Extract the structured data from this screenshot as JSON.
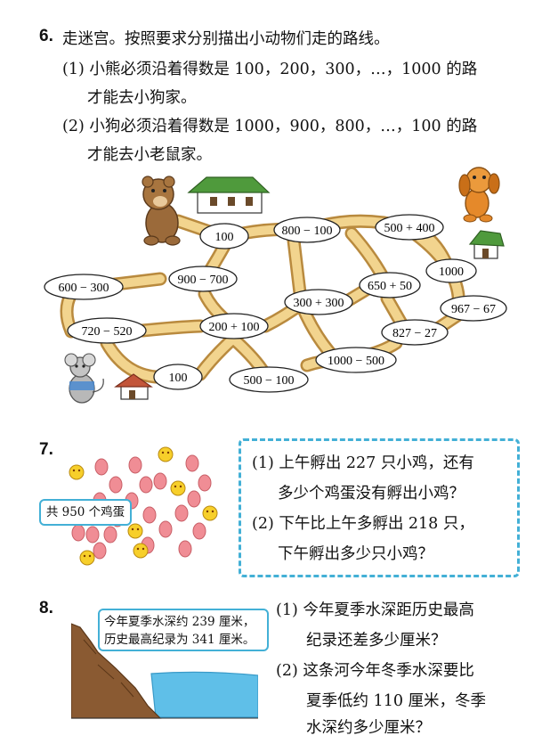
{
  "q6": {
    "number": "6.",
    "title": "走迷宫。按照要求分别描出小动物们走的路线。",
    "sub1_line1": "(1) 小熊必须沿着得数是 100，200，300，…，1000 的路",
    "sub1_line2": "才能去小狗家。",
    "sub2_line1": "(2) 小狗必须沿着得数是 1000，900，800，…，100 的路",
    "sub2_line2": "才能去小老鼠家。",
    "nodes": {
      "n100a": "100",
      "n800m100": "800 − 100",
      "n500p400": "500 + 400",
      "n1000": "1000",
      "n900m700": "900 − 700",
      "n650p50": "650 + 50",
      "n300p300": "300 + 300",
      "n600m300": "600 − 300",
      "n967m67": "967 − 67",
      "n720m520": "720 − 520",
      "n200p100": "200 + 100",
      "n827m27": "827 − 27",
      "n1000m500": "1000 − 500",
      "n100b": "100",
      "n500m100": "500 − 100"
    }
  },
  "q7": {
    "number": "7.",
    "egg_label": "共 950 个鸡蛋",
    "q1_line1": "(1) 上午孵出 227 只小鸡，还有",
    "q1_line2": "多少个鸡蛋没有孵出小鸡？",
    "q2_line1": "(2) 下午比上午多孵出 218 只，",
    "q2_line2": "下午孵出多少只小鸡？"
  },
  "q8": {
    "number": "8.",
    "sign_line1": "今年夏季水深约 239 厘米，",
    "sign_line2": "历史最高纪录为 341 厘米。",
    "q1_line1": "(1) 今年夏季水深距历史最高",
    "q1_line2": "纪录还差多少厘米？",
    "q2_line1": "(2) 这条河今年冬季水深要比",
    "q2_line2": "夏季低约 110 厘米，冬季",
    "q2_line3": "水深约多少厘米？"
  },
  "colors": {
    "path_fill": "#f2d48e",
    "path_edge": "#b98a3e",
    "dash_blue": "#43b0d6",
    "egg_pink": "#f08d95",
    "chick_yellow": "#f7cf2a",
    "water_blue": "#5fbfe8",
    "cliff_brown": "#8a5a32"
  },
  "icons": [
    "bear-icon",
    "dog-icon",
    "mouse-icon",
    "house-icon",
    "chick-icon",
    "egg-icon"
  ]
}
